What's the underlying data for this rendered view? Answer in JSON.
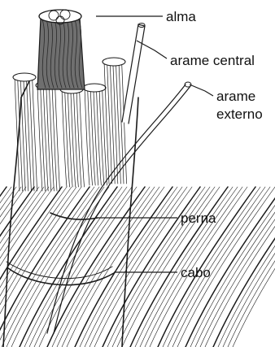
{
  "labels": {
    "core": "alma",
    "central_wire": "arame central",
    "outer_wire_line1": "arame",
    "outer_wire_line2": "externo",
    "strand": "perna",
    "rope": "cabo"
  },
  "colors": {
    "ink": "#111111",
    "line": "#1a1a1a",
    "paper": "#ffffff",
    "core_fill": "#6f6f6f"
  }
}
